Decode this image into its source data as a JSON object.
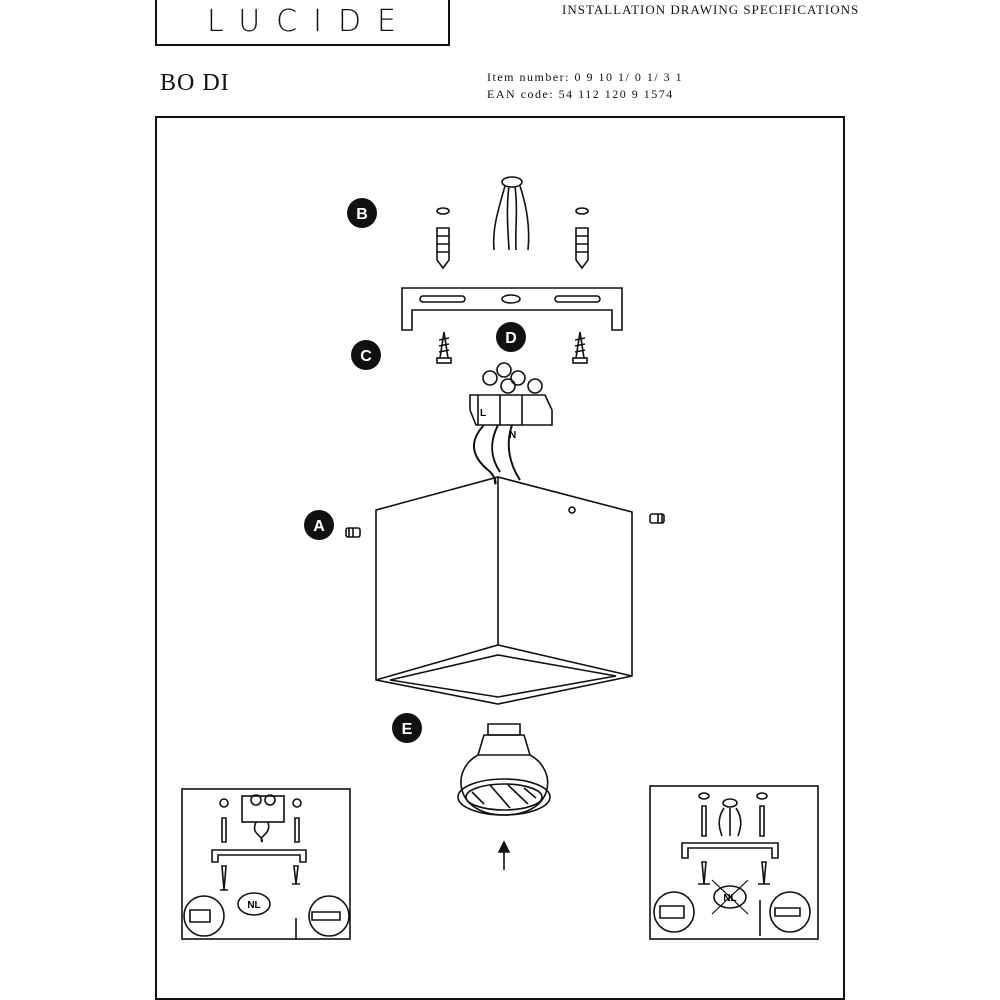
{
  "header": {
    "brand": "LUCIDE",
    "title": "INSTALLATION DRAWING SPECIFICATIONS"
  },
  "product": {
    "name": "BO DI",
    "item_number": "Item number: 0 9 10 1/ 0 1/ 3 1",
    "ean_code": "EAN code: 54 112 120 9 1574"
  },
  "markers": {
    "a": "A",
    "b": "B",
    "c": "C",
    "d": "D",
    "e": "E"
  },
  "terminal_labels": {
    "live": "L",
    "neutral": "N"
  },
  "insets": {
    "left_label": "NL",
    "right_label": "NL"
  }
}
